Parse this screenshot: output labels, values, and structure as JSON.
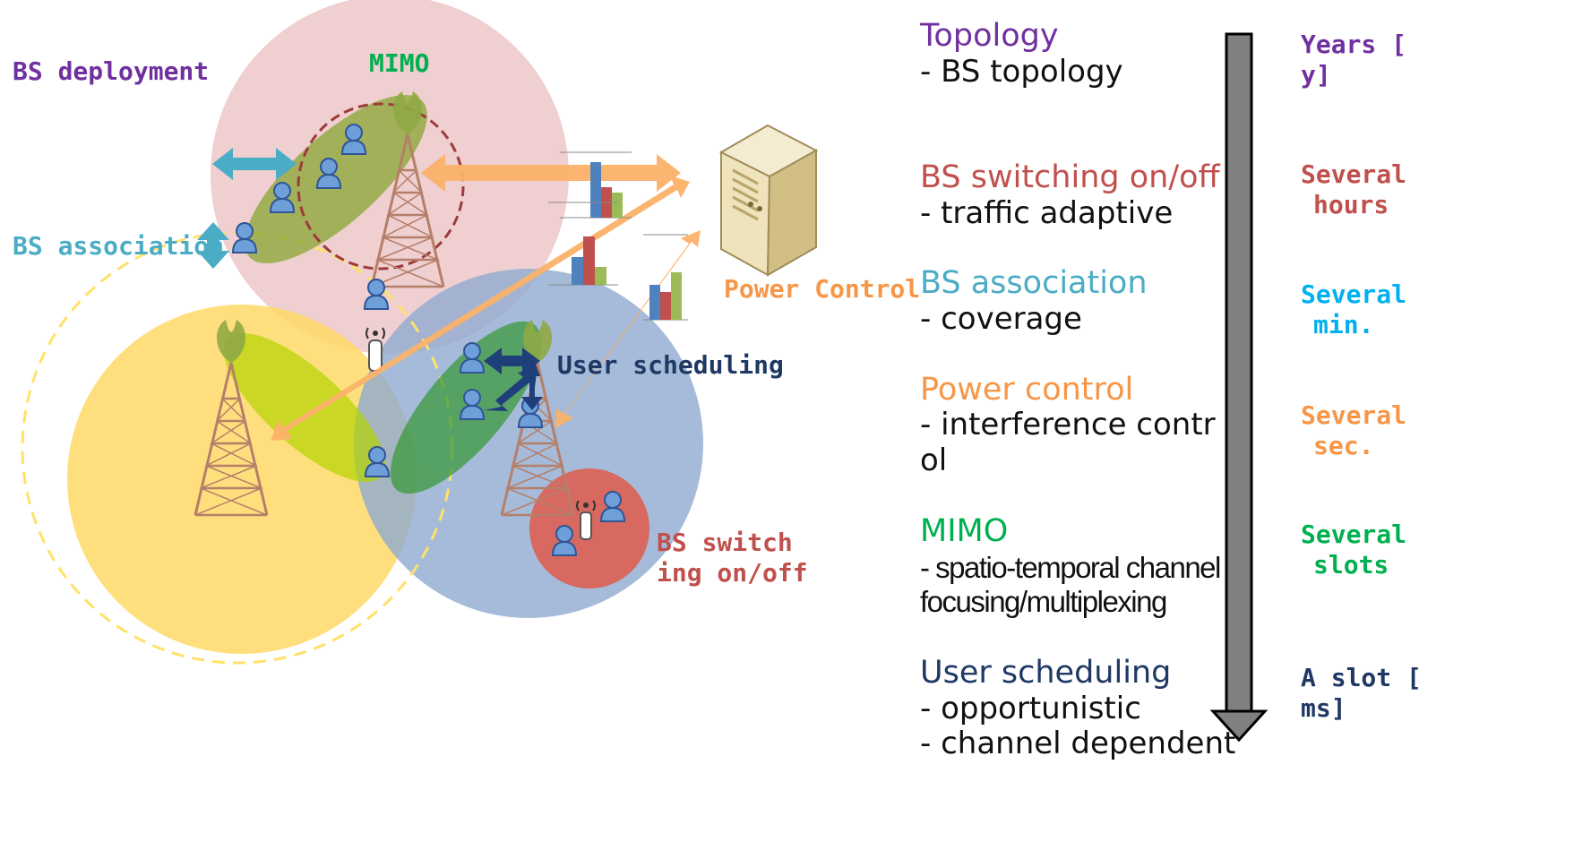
{
  "diagram_labels": {
    "bs_deployment": "BS deployment",
    "mimo": "MIMO",
    "bs_association": "BS association",
    "power_control": "Power Control",
    "user_scheduling": "User scheduling",
    "bs_switching_line1": "BS switch",
    "bs_switching_line2": "ing on/off"
  },
  "categories": [
    {
      "name": "Topology",
      "color": "#7030a0",
      "desc": [
        "- BS topology"
      ],
      "time": [
        "Years [",
        "y]"
      ]
    },
    {
      "name": "BS switching on/off",
      "color": "#c0504d",
      "desc": [
        "- traffic adaptive"
      ],
      "time": [
        "Several",
        "hours"
      ]
    },
    {
      "name": "BS association",
      "color": "#4bacc6",
      "desc": [
        "- coverage"
      ],
      "time": [
        "Several",
        "min."
      ]
    },
    {
      "name": "Power control",
      "color": "#f79646",
      "desc": [
        "- interference contr",
        "ol"
      ],
      "time": [
        "Several",
        "sec."
      ]
    },
    {
      "name": "MIMO",
      "color": "#00b050",
      "desc": [
        "- spatio-temporal channel",
        "focusing/multiplexing"
      ],
      "time": [
        "Several",
        "slots"
      ]
    },
    {
      "name": "User scheduling",
      "color": "#1f3864",
      "desc": [
        "- opportunistic",
        "- channel dependent"
      ],
      "time": [
        "A slot [",
        "ms]"
      ]
    }
  ],
  "colors": {
    "time_colors": [
      "#7030a0",
      "#c0504d",
      "#00b0f0",
      "#f79646",
      "#00b050",
      "#1f3864"
    ],
    "arrow": "#808080"
  }
}
